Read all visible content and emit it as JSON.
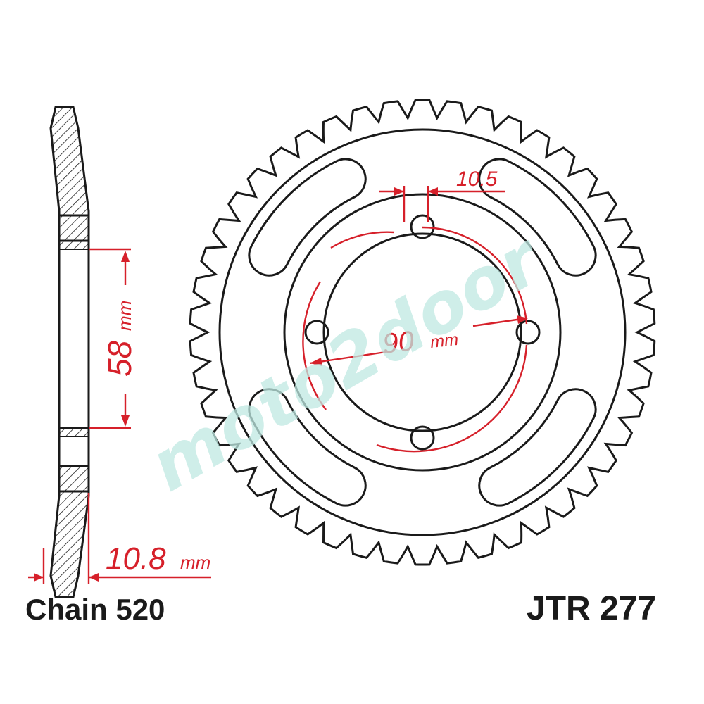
{
  "part_number": "JTR 277",
  "chain_label": "Chain 520",
  "dimensions": {
    "thickness_value": "10.8",
    "thickness_unit": "mm",
    "center_bore_value": "58",
    "center_bore_unit": "mm",
    "pcd_value": "90",
    "pcd_unit": "mm",
    "bolt_hole_value": "10.5"
  },
  "sprocket": {
    "teeth": 46,
    "bolt_holes": 4
  },
  "watermark": "moto2door",
  "colors": {
    "outline": "#1a1a1a",
    "dimension": "#d6202a",
    "watermark": "#bfe9e2"
  }
}
